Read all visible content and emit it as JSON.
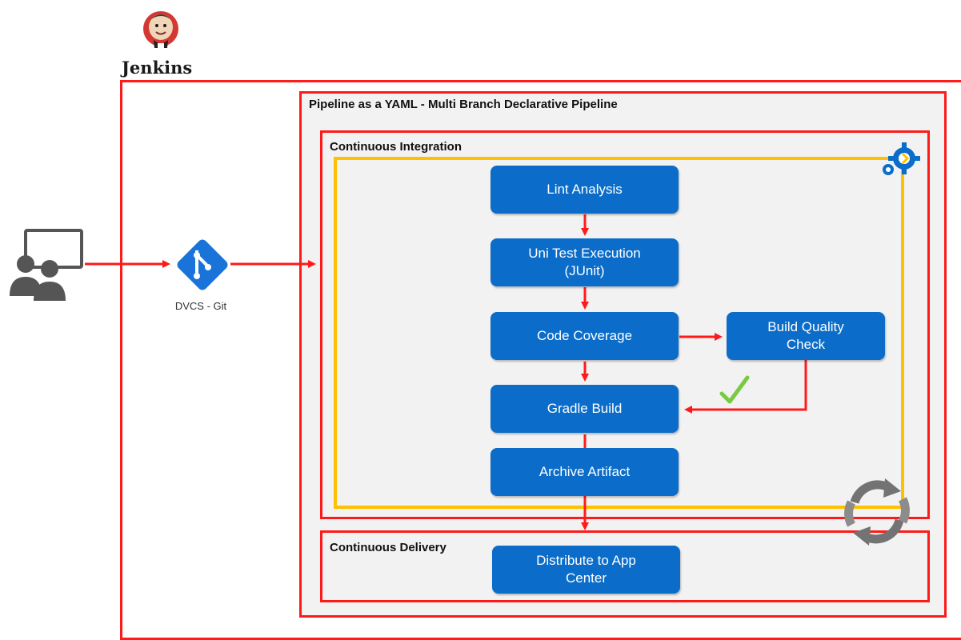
{
  "brand": {
    "name": "Jenkins"
  },
  "source": {
    "label": "DVCS - Git"
  },
  "pipeline": {
    "title": "Pipeline as a YAML - Multi Branch Declarative Pipeline"
  },
  "ci": {
    "title": "Continuous Integration",
    "steps": [
      {
        "label": "Lint Analysis"
      },
      {
        "label": "Uni Test Execution\n(JUnit)"
      },
      {
        "label": "Code Coverage"
      },
      {
        "label": "Gradle Build"
      },
      {
        "label": "Archive Artifact"
      }
    ],
    "quality_gate": {
      "label": "Build Quality\nCheck"
    }
  },
  "cd": {
    "title": "Continuous Delivery",
    "steps": [
      {
        "label": "Distribute to App\nCenter"
      }
    ]
  },
  "colors": {
    "frame": "#ff1a1a",
    "loop": "#ffc000",
    "step": "#0b6dc9",
    "check": "#7ac943",
    "git": "#1a73d9",
    "icon_gray": "#555555"
  },
  "icons": [
    "jenkins-logo-icon",
    "developers-icon",
    "git-icon",
    "gear-sync-icon",
    "cycle-icon",
    "checkmark-icon"
  ]
}
